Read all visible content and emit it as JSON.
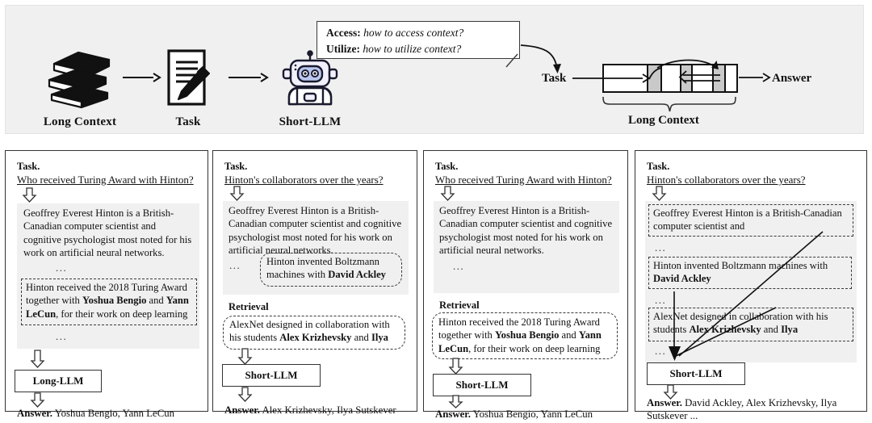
{
  "figure": {
    "top_banner": {
      "stages": [
        {
          "name": "long-context",
          "label": "Long Context",
          "icon": "books-icon"
        },
        {
          "name": "task",
          "label": "Task",
          "icon": "document-pencil-icon"
        },
        {
          "name": "short-llm",
          "label": "Short-LLM",
          "icon": "robot-icon"
        }
      ],
      "bubble": {
        "line1_key": "Access:",
        "line1_value": "how to access context?",
        "line2_key": "Utilize:",
        "line2_value": "how to utilize context?"
      },
      "flow": {
        "task_label": "Task",
        "answer_label": "Answer",
        "brace_label": "Long Context"
      },
      "memory_cells": [
        {
          "shaded": false,
          "w": 56
        },
        {
          "shaded": true,
          "w": 18
        },
        {
          "shaded": false,
          "w": 24
        },
        {
          "shaded": true,
          "w": 15
        },
        {
          "shaded": false,
          "w": 26
        },
        {
          "shaded": true,
          "w": 16
        },
        {
          "shaded": false,
          "w": 13
        }
      ],
      "colors": {
        "banner_bg": "#f0f0f0",
        "cell_shade": "#c9c9c9",
        "stroke": "#111111"
      }
    },
    "panels": [
      {
        "id": "panel-1",
        "task_head": "Task.",
        "task_question": "Who received Turing Award with Hinton?",
        "context_paragraph": "Geoffrey Everest Hinton is a British-Canadian computer scientist and cognitive psychologist most noted for his work on artificial neural networks.",
        "ellipsis_1": "...",
        "highlight_pre": "Hinton received the 2018 Turing Award together with ",
        "highlight_b1": "Yoshua Bengio",
        "highlight_mid": " and ",
        "highlight_b2": "Yann LeCun",
        "highlight_post": ", for their work on deep learning",
        "ellipsis_2": "...",
        "llm_label": "Long-LLM",
        "answer_label": "Answer.",
        "answer_text": "Yoshua Bengio, Yann LeCun"
      },
      {
        "id": "panel-2",
        "task_head": "Task.",
        "task_question": "Hinton's collaborators over the years?",
        "context_paragraph": "Geoffrey Everest Hinton is a British-Canadian computer scientist and cognitive psychologist most noted for his work on artificial neural networks.",
        "ellipsis_1": "...",
        "inner_pre": "Hinton invented Boltzmann machines with ",
        "inner_b1": "David Ackley",
        "retrieval_label": "Retrieval",
        "retrieved_pre": "AlexNet designed in collaboration with his students ",
        "retrieved_b1": "Alex Krizhevsky",
        "retrieved_mid": " and ",
        "retrieved_b2": "Ilya",
        "llm_label": "Short-LLM",
        "answer_label": "Answer.",
        "answer_text": "Alex Krizhevsky, Ilya Sutskever"
      },
      {
        "id": "panel-3",
        "task_head": "Task.",
        "task_question": "Who received Turing Award with Hinton?",
        "context_paragraph": "Geoffrey Everest Hinton is a British-Canadian computer scientist and cognitive psychologist most noted for his work on artificial neural networks.",
        "ellipsis_1": "...",
        "retrieval_label": "Retrieval",
        "retrieved_pre": "Hinton received the 2018 Turing Award together with ",
        "retrieved_b1": "Yoshua Bengio",
        "retrieved_mid": " and ",
        "retrieved_b2": "Yann LeCun",
        "retrieved_post": ", for their work on deep learning",
        "llm_label": "Short-LLM",
        "answer_label": "Answer.",
        "answer_text": "Yoshua Bengio, Yann LeCun"
      },
      {
        "id": "panel-4",
        "task_head": "Task.",
        "task_question": "Hinton's collaborators over the years?",
        "chunk1": "Geoffrey Everest Hinton is a British-Canadian computer scientist and",
        "ellipsis_1": "...",
        "chunk2_pre": "Hinton invented Boltzmann machines with ",
        "chunk2_b1": "David Ackley",
        "ellipsis_2": "...",
        "chunk3_pre": "AlexNet designed in collaboration with his students ",
        "chunk3_b1": "Alex Krizhevsky",
        "chunk3_mid": " and ",
        "chunk3_b2": "Ilya",
        "ellipsis_3": "...",
        "llm_label": "Short-LLM",
        "answer_label": "Answer.",
        "answer_text": "David Ackley, Alex Krizhevsky, Ilya Sutskever ..."
      }
    ]
  }
}
